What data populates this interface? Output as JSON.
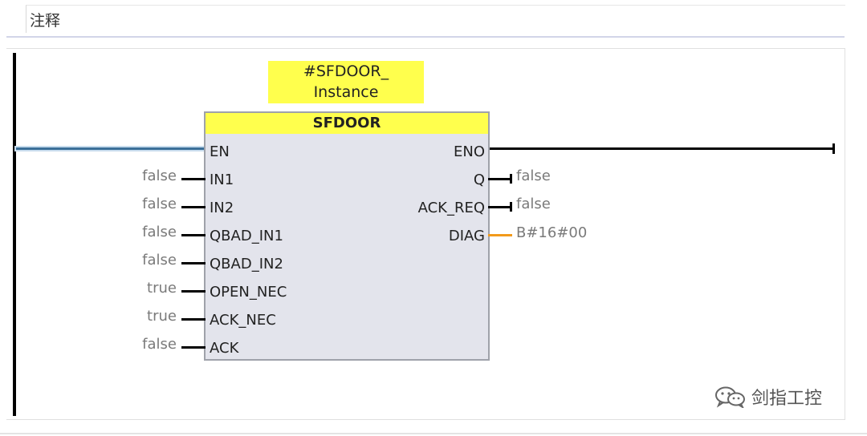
{
  "comment": {
    "label": "注释"
  },
  "instance": {
    "line1": "#SFDOOR_",
    "line2": "Instance"
  },
  "block": {
    "name": "SFDOOR",
    "inputs": [
      {
        "pin": "EN",
        "value": ""
      },
      {
        "pin": "IN1",
        "value": "false"
      },
      {
        "pin": "IN2",
        "value": "false"
      },
      {
        "pin": "QBAD_IN1",
        "value": "false"
      },
      {
        "pin": "QBAD_IN2",
        "value": "false"
      },
      {
        "pin": "OPEN_NEC",
        "value": "true"
      },
      {
        "pin": "ACK_NEC",
        "value": "true"
      },
      {
        "pin": "ACK",
        "value": "false"
      }
    ],
    "outputs": [
      {
        "pin": "ENO",
        "value": ""
      },
      {
        "pin": "Q",
        "value": "false"
      },
      {
        "pin": "ACK_REQ",
        "value": "false"
      },
      {
        "pin": "DIAG",
        "value": "B#16#00"
      }
    ]
  },
  "colors": {
    "header": "#ffff4d",
    "diag_wire": "#f29a1b",
    "en_wire": "#3a6f98"
  },
  "watermark": {
    "text": "剑指工控",
    "icon": "wechat-icon"
  }
}
